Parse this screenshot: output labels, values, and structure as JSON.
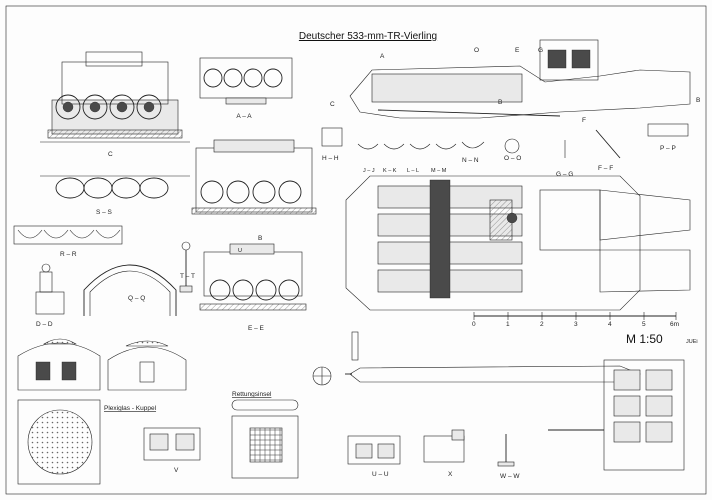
{
  "title": "Deutscher 533-mm-TR-Vierling",
  "views": {
    "c_arrow": "C",
    "a_a": "A – A",
    "side_c": "C",
    "side_a": "A",
    "side_b": "B",
    "side_e": "E",
    "side_g": "G",
    "side_o": "O",
    "side_f": "F",
    "side_b2": "B",
    "h_h": "H – H",
    "j_j": "J – J",
    "k_k": "K – K",
    "l_l": "L – L",
    "m_m": "M – M",
    "n_n": "N – N",
    "o_o": "O – O",
    "g_g": "G – G",
    "f_f": "F – F",
    "p_p": "P – P",
    "s_s": "S – S",
    "b_arrow": "B",
    "r_r": "R – R",
    "q_q": "Q – Q",
    "t_t": "T – T",
    "d_d": "D – D",
    "e_e": "E – E",
    "e_u": "U",
    "plexiglas_kuppel": "Plexiglas - Kuppel",
    "v": "V",
    "rettungsinsel": "Rettungsinsel",
    "u_u": "U – U",
    "x": "X",
    "w_w": "W – W"
  },
  "scale": {
    "ticks": [
      "0",
      "1",
      "2",
      "3",
      "4",
      "5",
      "6m"
    ],
    "ratio": "M 1:50"
  },
  "author": "JUEi"
}
